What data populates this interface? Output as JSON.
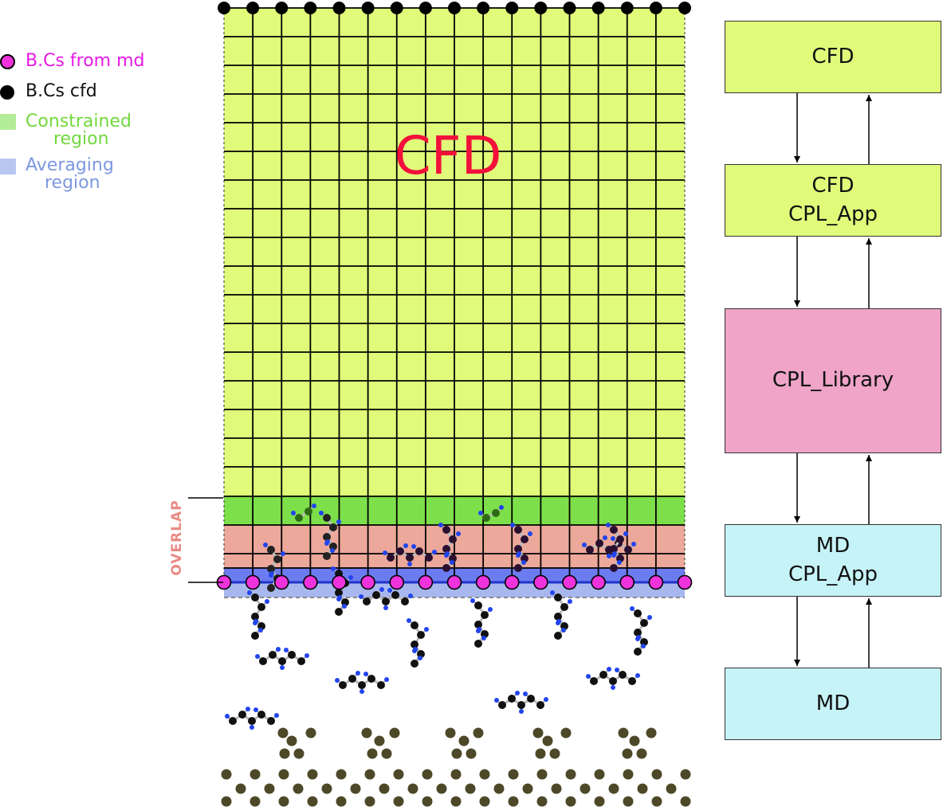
{
  "diagram": {
    "cfd_label": "CFD",
    "overlap_label": "OVERLAP",
    "colors": {
      "cfd_fill": "#e0fb7a",
      "constrained_fill": "#7de04a",
      "overlap_fill": "#eca89a",
      "averaging_fill": "#6b7cf0",
      "averaging_light": "#a8b8ee",
      "md_bc_fill": "#ee33dd",
      "cfd_label_color": "#f2103a",
      "overlap_label_color": "#e98a84"
    }
  },
  "legend": {
    "items": [
      {
        "lines": [
          "B.Cs from md"
        ],
        "color": "#e619e6",
        "marker": "magenta-dot"
      },
      {
        "lines": [
          "B.Cs cfd"
        ],
        "color": "#111111",
        "marker": "black-dot"
      },
      {
        "lines": [
          "Constrained",
          "region"
        ],
        "color": "#72d83e",
        "marker": "green-square"
      },
      {
        "lines": [
          "Averaging",
          "region"
        ],
        "color": "#7c98e0",
        "marker": "blue-square"
      }
    ]
  },
  "stack": {
    "boxes": [
      {
        "lines": [
          "CFD"
        ],
        "fill": "#e0fb7a"
      },
      {
        "lines": [
          "CFD",
          "CPL_App"
        ],
        "fill": "#e0fb7a"
      },
      {
        "lines": [
          "CPL_Library"
        ],
        "fill": "#efa4c8"
      },
      {
        "lines": [
          "MD",
          "CPL_App"
        ],
        "fill": "#c6f3f7"
      },
      {
        "lines": [
          "MD"
        ],
        "fill": "#c6f3f7"
      }
    ]
  }
}
